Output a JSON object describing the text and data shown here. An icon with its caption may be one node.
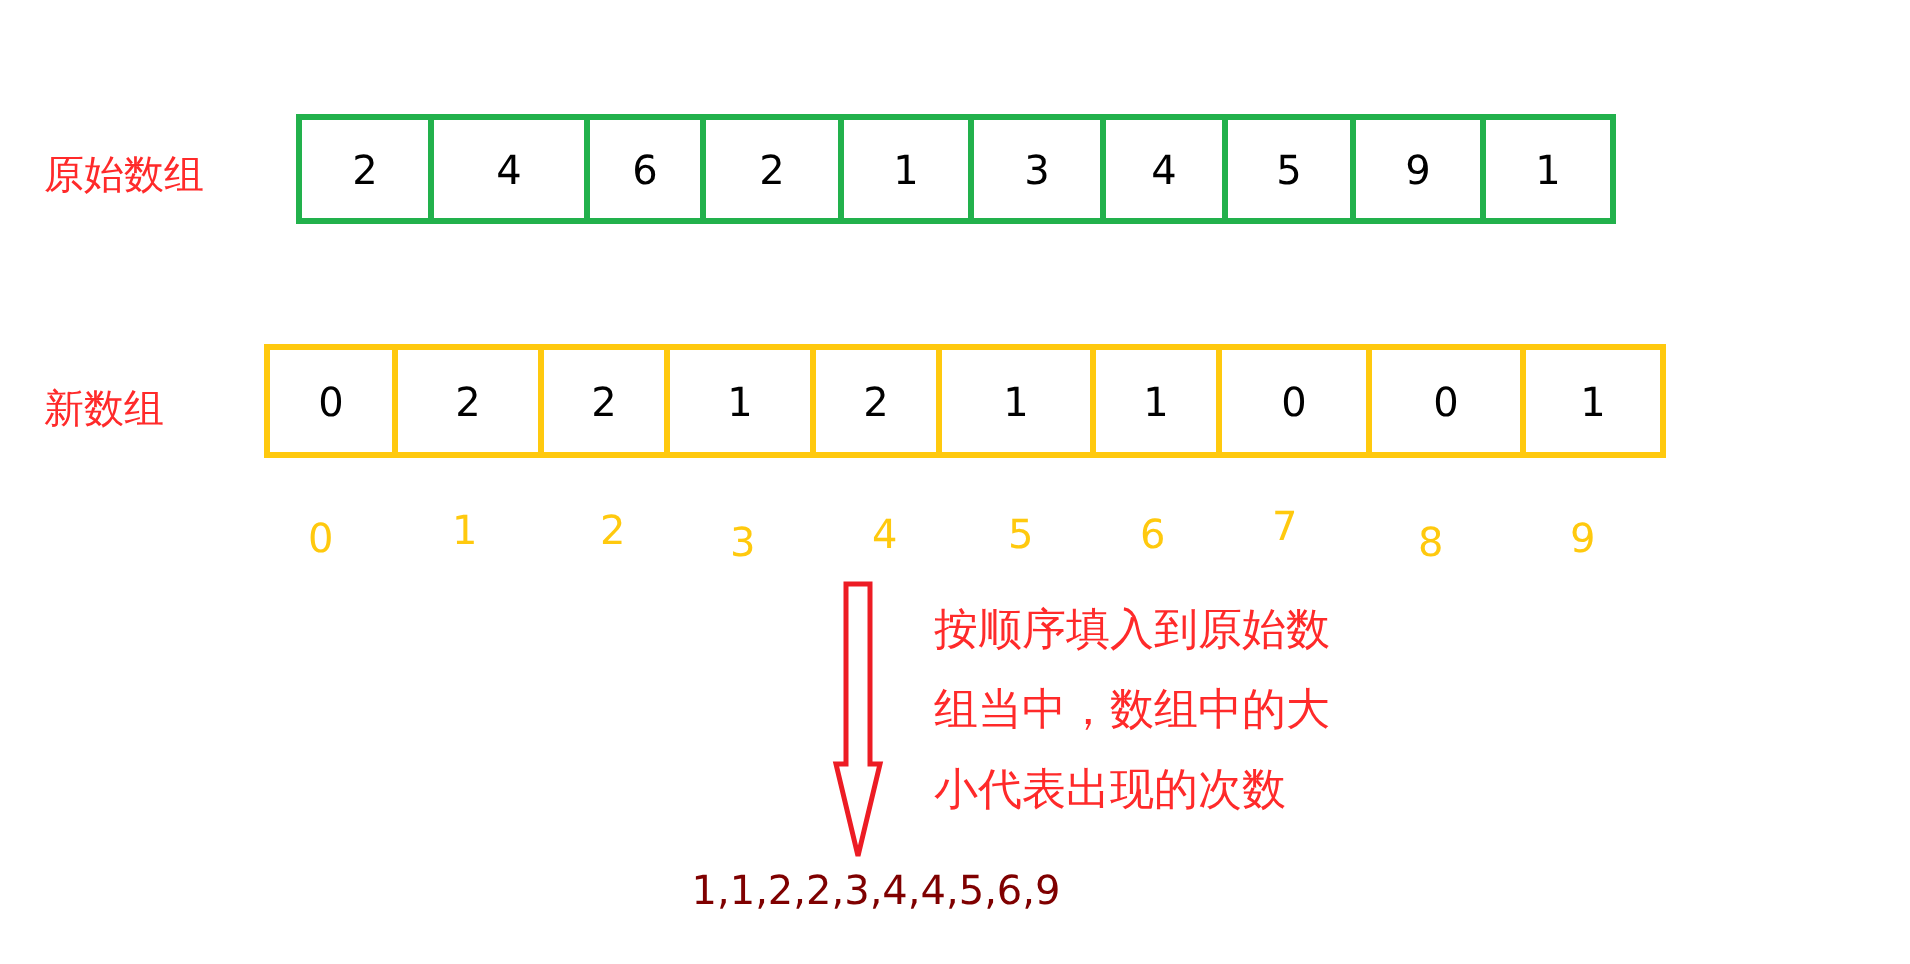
{
  "diagram": {
    "nodes": [
      {
        "text": [
          "2"
        ]
      },
      {
        "text": [
          "4"
        ]
      },
      {
        "text": [
          "6"
        ]
      },
      {
        "text": [
          "2"
        ]
      },
      {
        "text": [
          "1"
        ]
      },
      {
        "text": [
          "3"
        ]
      },
      {
        "text": [
          "4"
        ]
      },
      {
        "text": [
          "5"
        ]
      },
      {
        "text": [
          "9"
        ]
      },
      {
        "text": [
          "1"
        ]
      },
      {
        "text": [
          "0"
        ]
      },
      {
        "text": [
          "2"
        ]
      },
      {
        "text": [
          "2"
        ]
      },
      {
        "text": [
          "1"
        ]
      },
      {
        "text": [
          "2"
        ]
      },
      {
        "text": [
          "1"
        ]
      },
      {
        "text": [
          "1"
        ]
      },
      {
        "text": [
          "0"
        ]
      },
      {
        "text": [
          "0"
        ]
      },
      {
        "text": [
          "1"
        ]
      },
      {
        "text": [
          "1,1,2,2,3,4,4,5,6,9"
        ]
      }
    ],
    "edges": [
      {
        "from": null,
        "to": 20,
        "arrow": "to"
      }
    ],
    "labels": [
      "原始数组",
      "新数组",
      "0",
      "1",
      "2",
      "3",
      "4",
      "5",
      "6",
      "7",
      "8",
      "9",
      "按顺序填入到原始数组当中，数组中的大小代表出现的次数"
    ]
  }
}
